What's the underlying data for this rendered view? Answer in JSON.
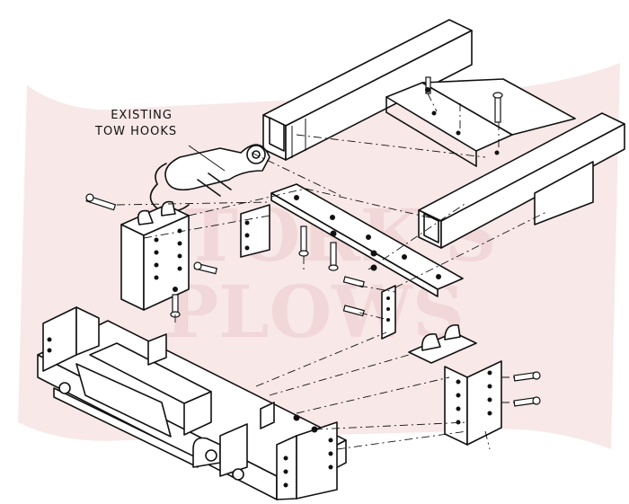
{
  "callout": {
    "line1": "EXISTING",
    "line2": "TOW HOOKS"
  },
  "watermark": {
    "word1": "STORK'S",
    "word2": "PLOWS",
    "color": "#e6b8b8"
  }
}
